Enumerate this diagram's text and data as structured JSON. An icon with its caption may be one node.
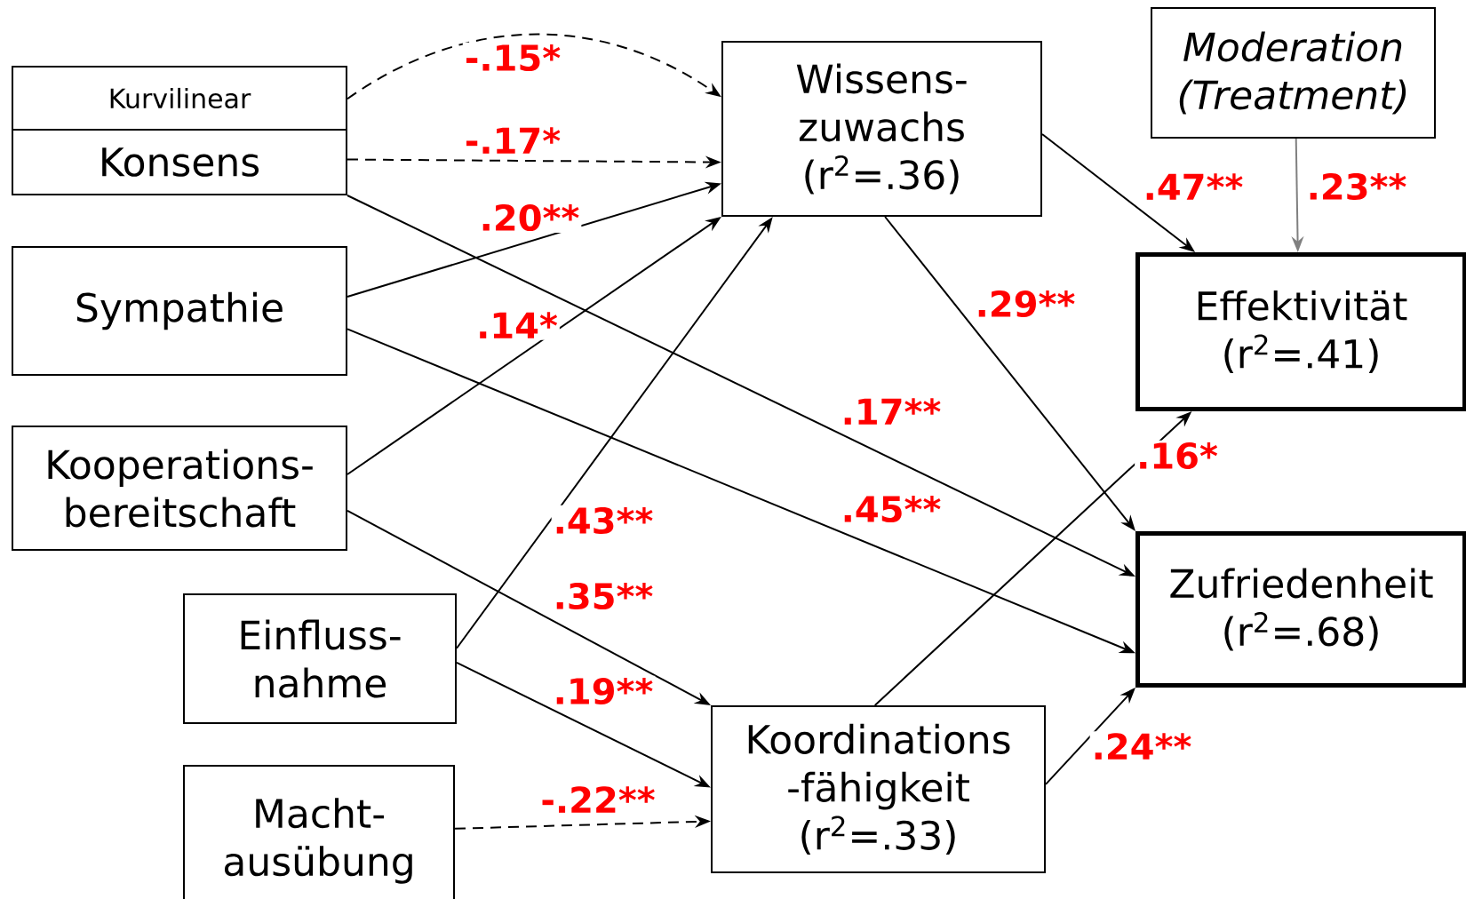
{
  "diagram": {
    "nodes": [
      {
        "text": [
          "Kurvilinear"
        ]
      },
      {
        "text": [
          "Konsens"
        ]
      },
      {
        "text": [
          "Sympathie"
        ]
      },
      {
        "text": [
          "Kooperations- bereitschaft"
        ]
      },
      {
        "text": [
          "Einfluss- nahme"
        ]
      },
      {
        "text": [
          "Macht- ausübung"
        ]
      },
      {
        "text": [
          "Wissens- zuwachs",
          "(r$^{2}$=.36)"
        ]
      },
      {
        "text": [
          "Moderation",
          "(Treatment)"
        ]
      },
      {
        "text": [
          "Effektivität",
          "(r$^{2}$=.41)"
        ]
      },
      {
        "text": [
          "Zufriedenheit",
          "(r$^{2}$=.68)"
        ]
      },
      {
        "text": [
          "Koordinations -fähigkeit",
          "(r$^{2}$=.33)"
        ]
      }
    ],
    "edges": [
      {
        "from": 0,
        "to": 6,
        "arrow": "to",
        "label": "-.15*",
        "style": "dashed"
      },
      {
        "from": 1,
        "to": 6,
        "arrow": "to",
        "label": "-.17*",
        "style": "dashed"
      },
      {
        "from": 2,
        "to": 6,
        "arrow": "to",
        "label": ".20**"
      },
      {
        "from": 3,
        "to": 6,
        "arrow": "to",
        "label": ".14*"
      },
      {
        "from": 4,
        "to": 6,
        "arrow": "to",
        "label": ".43**"
      },
      {
        "from": 1,
        "to": 9,
        "arrow": "to",
        "label": ".17**"
      },
      {
        "from": 2,
        "to": 9,
        "arrow": "to",
        "label": ".45**"
      },
      {
        "from": 3,
        "to": 10,
        "arrow": "to",
        "label": ".35**"
      },
      {
        "from": 4,
        "to": 10,
        "arrow": "to",
        "label": ".19**"
      },
      {
        "from": 5,
        "to": 10,
        "arrow": "to",
        "label": "-.22**",
        "style": "dashed"
      },
      {
        "from": 6,
        "to": 8,
        "arrow": "to",
        "label": ".47**"
      },
      {
        "from": 7,
        "to": 8,
        "arrow": "to",
        "label": ".23**",
        "color": "#808080"
      },
      {
        "from": 6,
        "to": 9,
        "arrow": "to",
        "label": ".29**"
      },
      {
        "from": 10,
        "to": 8,
        "arrow": "to",
        "label": ".16*"
      },
      {
        "from": 10,
        "to": 9,
        "arrow": "to",
        "label": ".24**"
      }
    ]
  }
}
